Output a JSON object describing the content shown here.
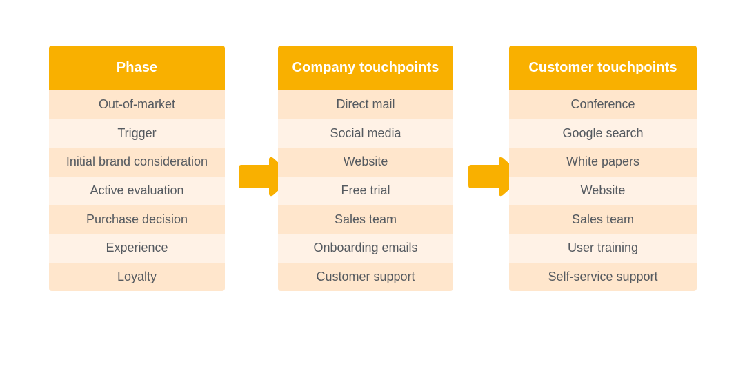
{
  "columns": [
    {
      "header": "Phase",
      "items": [
        "Out-of-market",
        "Trigger",
        "Initial brand consideration",
        "Active evaluation",
        "Purchase decision",
        "Experience",
        "Loyalty"
      ]
    },
    {
      "header": "Company touchpoints",
      "items": [
        "Direct mail",
        "Social media",
        "Website",
        "Free trial",
        "Sales team",
        "Onboarding emails",
        "Customer support"
      ]
    },
    {
      "header": "Customer touchpoints",
      "items": [
        "Conference",
        "Google search",
        "White papers",
        "Website",
        "Sales team",
        "User training",
        "Self-service support"
      ]
    }
  ],
  "colors": {
    "header_bg": "#f9b000",
    "header_text": "#ffffff",
    "row_odd": "#ffe6cc",
    "row_even": "#fff2e6",
    "row_text": "#555a60",
    "arrow": "#f9b000"
  },
  "icons": {
    "arrow_1": "arrow-right-icon",
    "arrow_2": "arrow-right-icon"
  }
}
